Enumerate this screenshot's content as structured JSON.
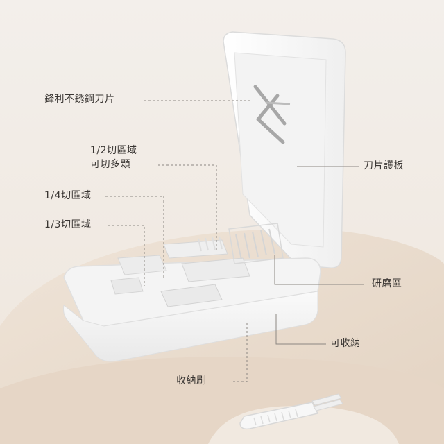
{
  "labels": {
    "blade": "鋒利不銹鋼刀片",
    "half_zone_line1": "1/2切區域",
    "half_zone_line2": "可切多顆",
    "quarter_zone": "1/4切區域",
    "third_zone": "1/3切區域",
    "blade_guard": "刀片護板",
    "grinder": "研磨區",
    "storage": "可收納",
    "brush_storage": "收納刷"
  },
  "colors": {
    "background": "#f1ece7",
    "shelf": "#e9dccf",
    "device": "#f8f8f8",
    "leader_line": "#8c8782",
    "text": "#3a3633"
  }
}
